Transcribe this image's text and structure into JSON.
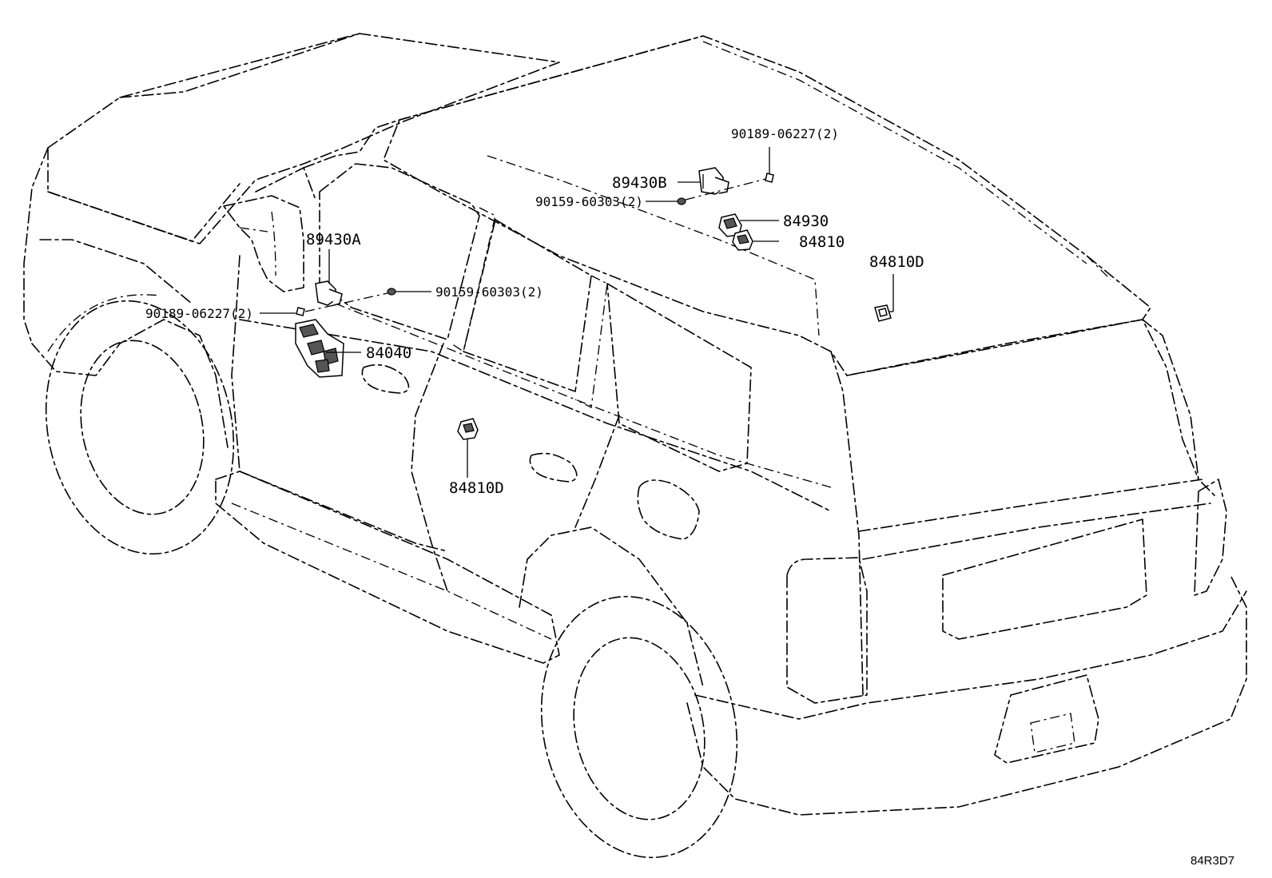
{
  "diagram": {
    "reference_code": "84R3D7",
    "labels": {
      "p89430B": "89430B",
      "p90189_top": "90189-06227(2)",
      "p90159_top": "90159-60303(2)",
      "p84930": "84930",
      "p84810": "84810",
      "p84810D_rear": "84810D",
      "p89430A": "89430A",
      "p90159_left": "90159-60303(2)",
      "p90189_left": "90189-06227(2)",
      "p84040": "84040",
      "p84810D_door": "84810D"
    }
  }
}
